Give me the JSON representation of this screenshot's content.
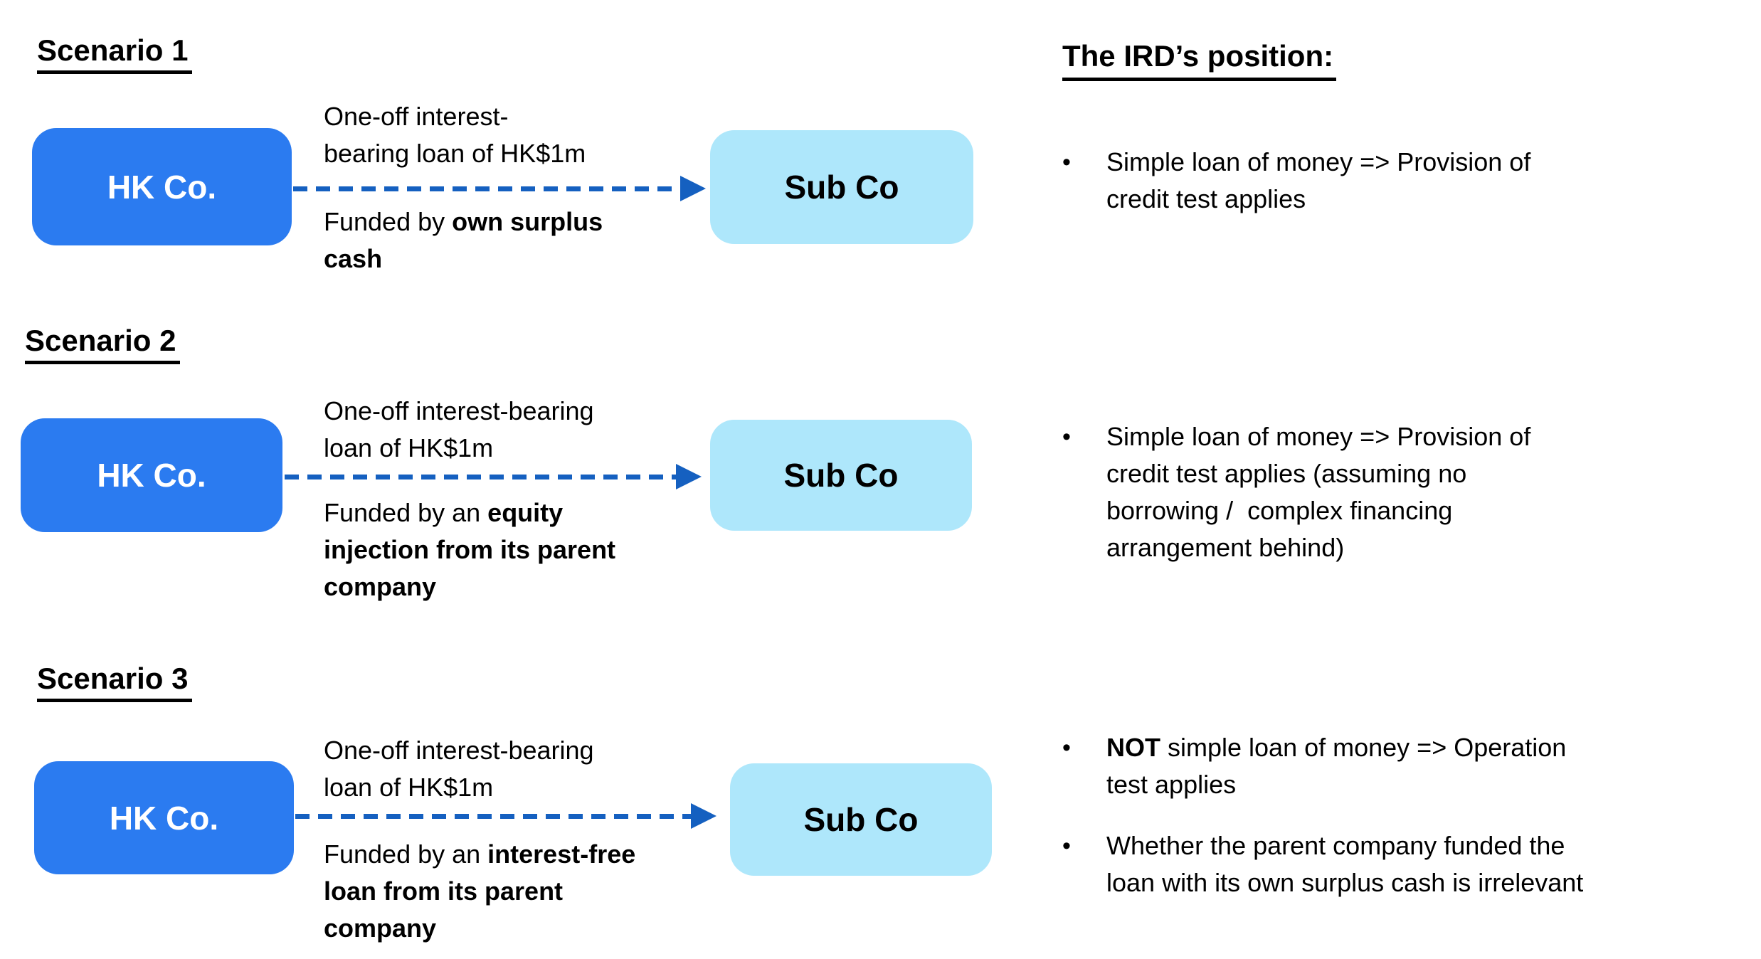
{
  "colors": {
    "background": "#FFFFFF",
    "hk_box": "#2B7BF0",
    "hk_text": "#FFFFFF",
    "sub_box": "#AEE7FB",
    "sub_text": "#000000",
    "arrow": "#1560C0",
    "text": "#000000"
  },
  "ird": {
    "title": "The IRD’s position:",
    "bullet_char": "•",
    "bullets": [
      {
        "lines": [
          [
            {
              "t": "Simple loan of money => Provision of"
            }
          ],
          [
            {
              "t": "credit test applies"
            }
          ]
        ]
      },
      {
        "lines": [
          [
            {
              "t": "Simple loan of money => Provision of"
            }
          ],
          [
            {
              "t": "credit test applies (assuming no"
            }
          ],
          [
            {
              "t": "borrowing /  complex financing"
            }
          ],
          [
            {
              "t": "arrangement behind)"
            }
          ]
        ]
      },
      {
        "lines": [
          [
            {
              "t": "NOT",
              "b": true
            },
            {
              "t": " simple loan of money => Operation"
            }
          ],
          [
            {
              "t": "test applies"
            }
          ]
        ]
      },
      {
        "lines": [
          [
            {
              "t": "Whether the parent company funded the"
            }
          ],
          [
            {
              "t": "loan with its own surplus cash is irrelevant"
            }
          ]
        ]
      }
    ]
  },
  "scenarios": [
    {
      "title": "Scenario 1",
      "hk_label": "HK Co.",
      "sub_label": "Sub Co",
      "above_lines": [
        [
          {
            "t": "One-off interest-"
          }
        ],
        [
          {
            "t": "bearing loan of HK$1m"
          }
        ]
      ],
      "below_lines": [
        [
          {
            "t": "Funded by "
          },
          {
            "t": "own surplus",
            "b": true
          }
        ],
        [
          {
            "t": "cash",
            "b": true
          }
        ]
      ]
    },
    {
      "title": "Scenario 2",
      "hk_label": "HK Co.",
      "sub_label": "Sub Co",
      "above_lines": [
        [
          {
            "t": "One-off interest-bearing"
          }
        ],
        [
          {
            "t": "loan of HK$1m"
          }
        ]
      ],
      "below_lines": [
        [
          {
            "t": "Funded by an "
          },
          {
            "t": "equity",
            "b": true
          }
        ],
        [
          {
            "t": "injection from its parent",
            "b": true
          }
        ],
        [
          {
            "t": "company",
            "b": true
          }
        ]
      ]
    },
    {
      "title": "Scenario 3",
      "hk_label": "HK Co.",
      "sub_label": "Sub Co",
      "above_lines": [
        [
          {
            "t": "One-off interest-bearing"
          }
        ],
        [
          {
            "t": "loan of HK$1m"
          }
        ]
      ],
      "below_lines": [
        [
          {
            "t": "Funded by an "
          },
          {
            "t": "interest-free",
            "b": true
          }
        ],
        [
          {
            "t": "loan from its parent",
            "b": true
          }
        ],
        [
          {
            "t": "company",
            "b": true
          }
        ]
      ]
    }
  ]
}
